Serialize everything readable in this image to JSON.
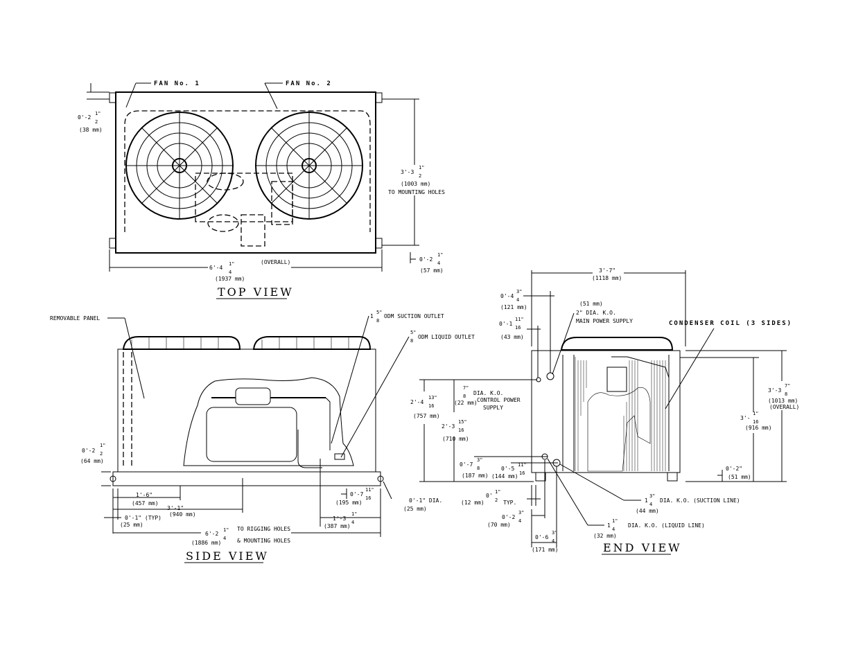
{
  "views": {
    "top": {
      "title": "TOP VIEW"
    },
    "side": {
      "title": "SIDE VIEW"
    },
    "end": {
      "title": "END VIEW"
    }
  },
  "top_labels": {
    "fan1": "FAN No. 1",
    "fan2": "FAN No. 2",
    "left_dim": "0'-2",
    "left_frac": "1\" / 2",
    "left_mm": "(38 mm)",
    "right_dim": "3'-3",
    "right_frac": "1\" / 2",
    "right_mm": "(1003 mm)",
    "right_note": "TO MOUNTING HOLES",
    "bottom_dim": "6'-4",
    "bottom_frac": "1\" / 4",
    "bottom_note": "(OVERALL)",
    "bottom_mm": "(1937 mm)",
    "corner_dim": "0'-2",
    "corner_frac": "1\" / 4",
    "corner_mm": "(57 mm)"
  },
  "side_labels": {
    "removable_panel": "REMOVABLE PANEL",
    "suction_whole": "1",
    "suction_frac": "5\" / 8",
    "suction_outlet": "ODM SUCTION OUTLET",
    "liquid_frac": "5\" / 8",
    "liquid_outlet": "ODM LIQUID OUTLET",
    "left_dim": "0'-2",
    "left_frac": "1\" / 2",
    "left_mm": "(64 mm)",
    "d1": "1'-6\"",
    "d1_mm": "(457 mm)",
    "d2": "3'-1\"",
    "d2_mm": "(940 mm)",
    "d3": "0'-1\"  (TYP)",
    "d3_mm": "(25 mm)",
    "d4": "6'-2",
    "d4_frac": "1\" / 4",
    "d4_mm": "(1886 mm)",
    "rigging": "TO RIGGING HOLES",
    "mounting": "& MOUNTING HOLES",
    "d5": "0'-7",
    "d5_frac": "11\" / 16",
    "d5_mm": "(195 mm)",
    "d6": "1'-3",
    "d6_frac": "1\" / 4",
    "d6_mm": "(387 mm)",
    "dia": "0'-1\" DIA.",
    "dia_mm": "(25 mm)"
  },
  "end_labels": {
    "top_dim": "3'-7\"",
    "top_mm": "(1118 mm)",
    "d04": "0'-4",
    "d04_frac": "3\" / 4",
    "d04_mm": "(121 mm)",
    "d01": "0'-1",
    "d01_frac": "11\" / 16",
    "d01_mm": "(43 mm)",
    "main_mm": "(51 mm)",
    "main_ko": "2\" DIA. K.O.",
    "main_supply": "MAIN POWER SUPPLY",
    "coil": "CONDENSER COIL (3 SIDES)",
    "d24": "2'-4",
    "d24_frac": "13\" / 16",
    "d24_mm": "(757 mm)",
    "ctrl_frac": "7\" / 8",
    "ctrl_ko": "DIA. K.O.",
    "ctrl_mm": "(22 mm)",
    "ctrl_power": "CONTROL POWER",
    "ctrl_supply": "SUPPLY",
    "d23": "2'-3",
    "d23_frac": "15\" / 16",
    "d23_mm": "(710 mm)",
    "d33": "3'-3",
    "d33_frac": "7\" / 8",
    "d33_mm": "(1013 mm)",
    "d33_note": "(OVERALL)",
    "d30": "3'-",
    "d30_frac": "1\" / 16",
    "d30_mm": "(916 mm)",
    "d07": "0'-7",
    "d07_frac": "3\" / 8",
    "d07_mm": "(187 mm)",
    "d05": "0'-5",
    "d05_frac": "11\" / 16",
    "d05_mm": "(144 mm)",
    "d02r": "0'-2\"",
    "d02r_mm": "(51 mm)",
    "typ_mm": "(12 mm)",
    "typ_dim": "0'",
    "typ_frac": "1\" / 2",
    "typ": "TYP.",
    "d02": "0'-2",
    "d02_frac": "3\" / 4",
    "d02_mm": "(70 mm)",
    "d06": "0'-6",
    "d06_frac": "3\" / 4",
    "d06_mm": "(171 mm)",
    "suction_whole": "1",
    "suction_frac": "3\" / 4",
    "suction_mm": "(44 mm)",
    "suction": "DIA. K.O. (SUCTION LINE)",
    "liquid_whole": "1",
    "liquid_frac": "1\" / 4",
    "liquid_mm": "(32 mm)",
    "liquid": "DIA. K.O. (LIQUID LINE)"
  }
}
